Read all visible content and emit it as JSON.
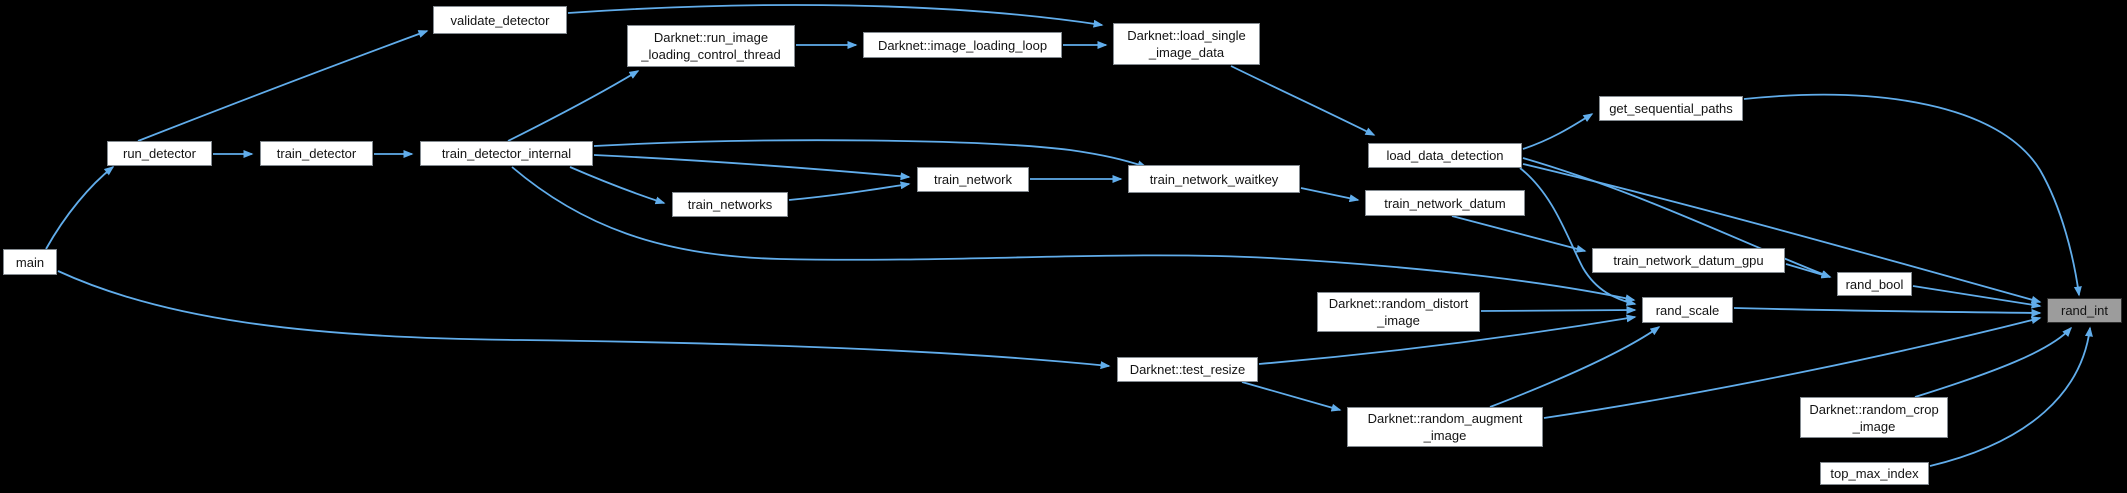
{
  "diagram": {
    "type": "call-graph",
    "background_color": "#000000",
    "edge_color": "#61adeb",
    "node_fill": "#ffffff",
    "node_border": "#848b91",
    "highlighted_node_fill": "#9c9c9c",
    "highlighted_node": "rand_int",
    "nodes": {
      "main": {
        "label": "main"
      },
      "run_detector": {
        "label": "run_detector"
      },
      "train_detector": {
        "label": "train_detector"
      },
      "train_detector_internal": {
        "label": "train_detector_internal"
      },
      "validate_detector": {
        "label": "validate_detector"
      },
      "run_image_loading_control_thread": {
        "label": "Darknet::run_image\n_loading_control_thread"
      },
      "image_loading_loop": {
        "label": "Darknet::image_loading_loop"
      },
      "load_single_image_data": {
        "label": "Darknet::load_single\n_image_data"
      },
      "load_data_detection": {
        "label": "load_data_detection"
      },
      "get_sequential_paths": {
        "label": "get_sequential_paths"
      },
      "train_network": {
        "label": "train_network"
      },
      "train_networks": {
        "label": "train_networks"
      },
      "train_network_waitkey": {
        "label": "train_network_waitkey"
      },
      "train_network_datum": {
        "label": "train_network_datum"
      },
      "train_network_datum_gpu": {
        "label": "train_network_datum_gpu"
      },
      "rand_bool": {
        "label": "rand_bool"
      },
      "rand_scale": {
        "label": "rand_scale"
      },
      "rand_int": {
        "label": "rand_int"
      },
      "random_distort_image": {
        "label": "Darknet::random_distort\n_image"
      },
      "test_resize": {
        "label": "Darknet::test_resize"
      },
      "random_augment_image": {
        "label": "Darknet::random_augment\n_image"
      },
      "random_crop_image": {
        "label": "Darknet::random_crop\n_image"
      },
      "top_max_index": {
        "label": "top_max_index"
      }
    },
    "edges": [
      {
        "from": "main",
        "to": "run_detector"
      },
      {
        "from": "main",
        "to": "test_resize"
      },
      {
        "from": "run_detector",
        "to": "validate_detector"
      },
      {
        "from": "run_detector",
        "to": "train_detector"
      },
      {
        "from": "train_detector",
        "to": "train_detector_internal"
      },
      {
        "from": "validate_detector",
        "to": "load_single_image_data"
      },
      {
        "from": "train_detector_internal",
        "to": "run_image_loading_control_thread"
      },
      {
        "from": "train_detector_internal",
        "to": "train_network_waitkey"
      },
      {
        "from": "train_detector_internal",
        "to": "train_network"
      },
      {
        "from": "train_detector_internal",
        "to": "train_networks"
      },
      {
        "from": "train_detector_internal",
        "to": "rand_scale"
      },
      {
        "from": "run_image_loading_control_thread",
        "to": "image_loading_loop"
      },
      {
        "from": "image_loading_loop",
        "to": "load_single_image_data"
      },
      {
        "from": "load_single_image_data",
        "to": "load_data_detection"
      },
      {
        "from": "train_networks",
        "to": "train_network"
      },
      {
        "from": "train_network",
        "to": "train_network_waitkey"
      },
      {
        "from": "train_network_waitkey",
        "to": "train_network_datum"
      },
      {
        "from": "load_data_detection",
        "to": "get_sequential_paths"
      },
      {
        "from": "load_data_detection",
        "to": "rand_bool"
      },
      {
        "from": "load_data_detection",
        "to": "rand_int"
      },
      {
        "from": "load_data_detection",
        "to": "rand_scale"
      },
      {
        "from": "get_sequential_paths",
        "to": "rand_int"
      },
      {
        "from": "train_network_datum",
        "to": "train_network_datum_gpu"
      },
      {
        "from": "train_network_datum_gpu",
        "to": "rand_bool"
      },
      {
        "from": "rand_bool",
        "to": "rand_int"
      },
      {
        "from": "rand_scale",
        "to": "rand_int"
      },
      {
        "from": "random_distort_image",
        "to": "rand_scale"
      },
      {
        "from": "test_resize",
        "to": "rand_scale"
      },
      {
        "from": "test_resize",
        "to": "random_augment_image"
      },
      {
        "from": "random_augment_image",
        "to": "rand_scale"
      },
      {
        "from": "random_augment_image",
        "to": "rand_int"
      },
      {
        "from": "random_crop_image",
        "to": "rand_int"
      },
      {
        "from": "top_max_index",
        "to": "rand_int"
      }
    ]
  }
}
